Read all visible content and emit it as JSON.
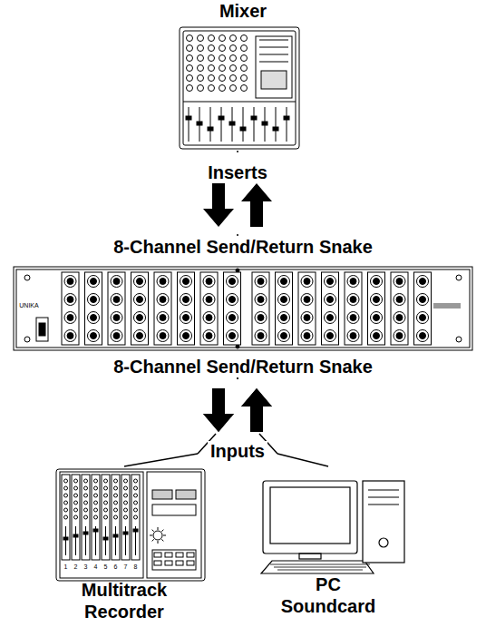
{
  "diagram": {
    "nodes": [
      {
        "text": [
          "Mixer"
        ]
      },
      {
        "text": [
          "8-Channel Send/Return Snake",
          "8-Channel Send/Return Snake"
        ]
      },
      {
        "text": [
          "Multitrack Recorder"
        ]
      },
      {
        "text": [
          "PC Soundcard"
        ]
      }
    ],
    "edges": [
      {
        "from": 0,
        "to": 1,
        "arrow": "both",
        "label": "Inserts"
      },
      {
        "from": 1,
        "to": 2,
        "arrow": "both",
        "label": "Inputs"
      },
      {
        "from": 1,
        "to": 3,
        "arrow": "both"
      }
    ],
    "labels": [
      "UNIKA",
      "1",
      "2",
      "3",
      "4",
      "5",
      "6",
      "7",
      "8"
    ]
  }
}
